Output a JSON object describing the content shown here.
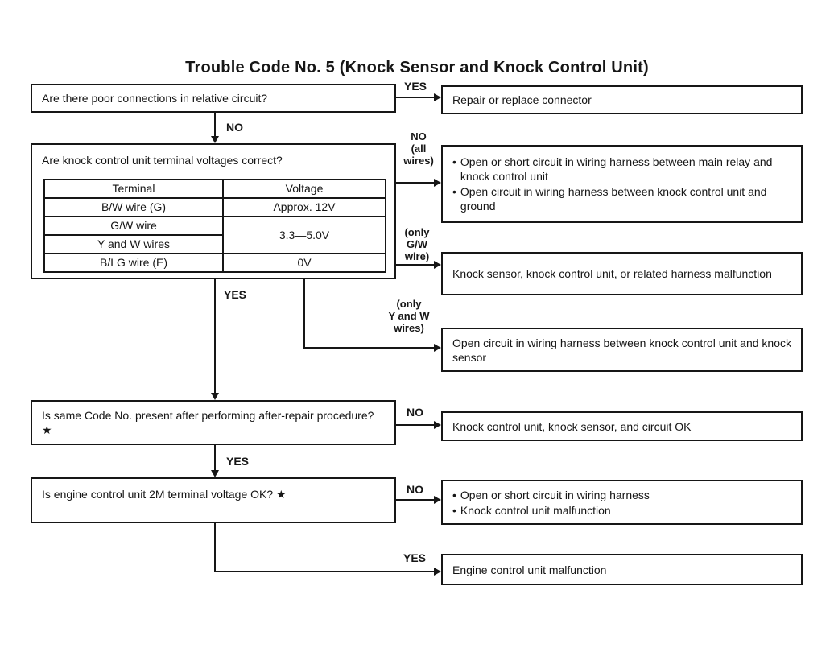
{
  "title": "Trouble Code No. 5 (Knock Sensor and Knock Control Unit)",
  "colors": {
    "ink": "#161616",
    "paper": "#ffffff"
  },
  "bullet_char": "•",
  "flow": {
    "questions": {
      "q1": "Are there poor connections in relative circuit?",
      "q2": "Are knock control unit terminal voltages correct?",
      "q3": "Is same Code No. present after performing after-repair procedure? ★",
      "q4": "Is engine control unit 2M terminal voltage OK? ★"
    },
    "results": {
      "r1": "Repair or replace connector",
      "r2_bullets": [
        "Open or short circuit in wiring harness between main relay and knock control unit",
        "Open circuit in wiring harness between knock control unit and ground"
      ],
      "r3": "Knock sensor, knock control unit, or related harness malfunction",
      "r4": "Open circuit in wiring harness between knock control unit and knock sensor",
      "r5": "Knock control unit, knock sensor, and circuit OK",
      "r6_bullets": [
        "Open or short circuit in wiring harness",
        "Knock control unit malfunction"
      ],
      "r7": "Engine control unit malfunction"
    },
    "labels": {
      "q1_yes": "YES",
      "q1_no": "NO",
      "q2_no_all": "NO\n(all\nwires)",
      "q2_only_gw": "(only\nG/W\nwire)",
      "q2_only_yw": "(only\nY and W\nwires)",
      "q2_yes": "YES",
      "q3_no": "NO",
      "q3_yes": "YES",
      "q4_no": "NO",
      "q4_yes": "YES"
    }
  },
  "voltage_table": {
    "headers": [
      "Terminal",
      "Voltage"
    ],
    "rows": [
      {
        "terminal": "B/W wire (G)",
        "voltage": "Approx. 12V"
      },
      {
        "terminal": "G/W wire",
        "voltage": "3.3—5.0V"
      },
      {
        "terminal": "Y and W wires"
      },
      {
        "terminal": "B/LG wire (E)",
        "voltage": "0V"
      }
    ]
  }
}
